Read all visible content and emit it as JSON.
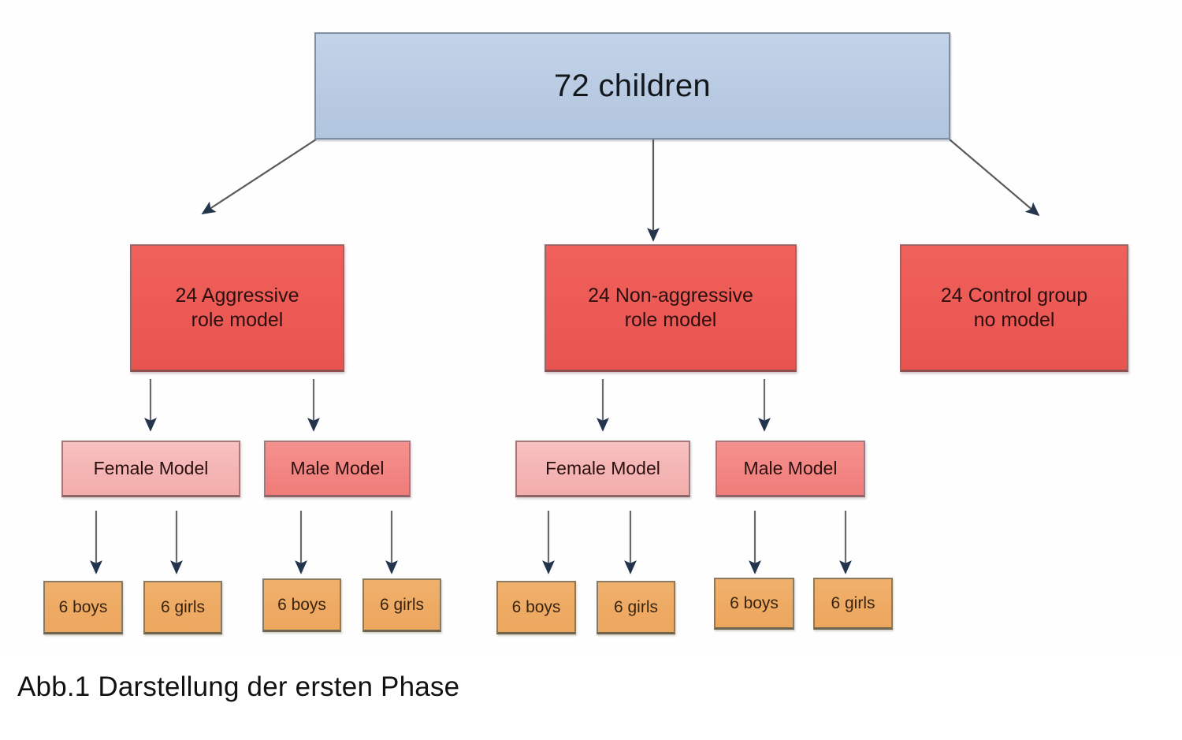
{
  "figure": {
    "caption": "Abb.1 Darstellung der ersten Phase",
    "root": {
      "label": "72 children",
      "count": 72,
      "color": "#bdcee5"
    },
    "conditions": [
      {
        "label": "24 Aggressive\nrole model",
        "count": 24,
        "color": "#ed5a55",
        "models": [
          {
            "label": "Female Model",
            "type": "female",
            "color": "#f4b4b3",
            "participants": [
              {
                "label": "6 boys",
                "count": 6,
                "color": "#eeaa63"
              },
              {
                "label": "6 girls",
                "count": 6,
                "color": "#eeaa63"
              }
            ]
          },
          {
            "label": "Male Model",
            "type": "male",
            "color": "#f28481",
            "participants": [
              {
                "label": "6 boys",
                "count": 6,
                "color": "#eeaa63"
              },
              {
                "label": "6 girls",
                "count": 6,
                "color": "#eeaa63"
              }
            ]
          }
        ]
      },
      {
        "label": "24 Non-aggressive\nrole model",
        "count": 24,
        "color": "#ed5a55",
        "models": [
          {
            "label": "Female Model",
            "type": "female",
            "color": "#f4b4b3",
            "participants": [
              {
                "label": "6 boys",
                "count": 6,
                "color": "#eeaa63"
              },
              {
                "label": "6 girls",
                "count": 6,
                "color": "#eeaa63"
              }
            ]
          },
          {
            "label": "Male Model",
            "type": "male",
            "color": "#f28481",
            "participants": [
              {
                "label": "6 boys",
                "count": 6,
                "color": "#eeaa63"
              },
              {
                "label": "6 girls",
                "count": 6,
                "color": "#eeaa63"
              }
            ]
          }
        ]
      },
      {
        "label": "24 Control group\nno model",
        "count": 24,
        "color": "#ed5a55",
        "models": []
      }
    ],
    "connector_color": "#5a5a5a",
    "arrowhead_color": "#23344d"
  }
}
